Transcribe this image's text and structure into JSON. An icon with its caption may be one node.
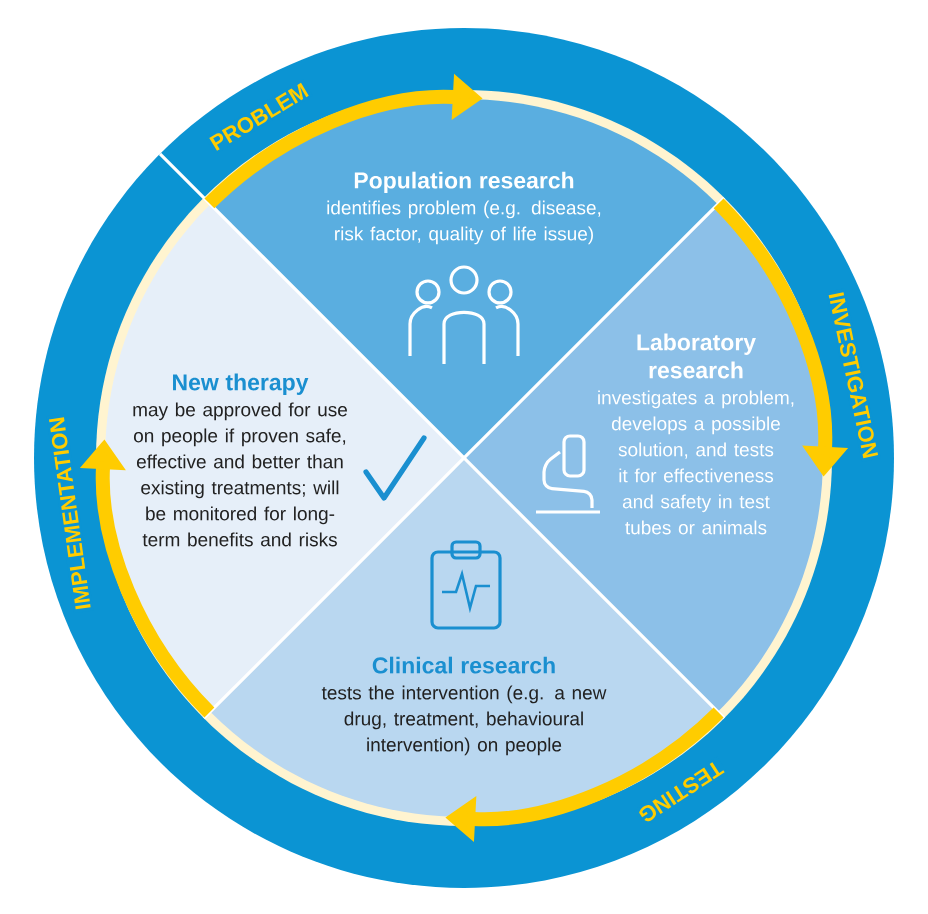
{
  "diagram": {
    "nodes": [
      {
        "text": [
          "Population research",
          "identifies problem (e.g. disease, risk factor, quality of life issue)"
        ]
      },
      {
        "text": [
          "Laboratory research",
          "investigates a problem, develops a possible solution, and tests it for effectiveness and safety in test tubes or animals"
        ]
      },
      {
        "text": [
          "Clinical research",
          "tests the intervention (e.g. a new drug, treatment, behavioural intervention) on people"
        ]
      },
      {
        "text": [
          "New therapy",
          "may be approved for use on people if proven safe, effective and better than existing treatments; will be monitored for long-term benefits and risks"
        ]
      }
    ],
    "edges": [
      {
        "from": 3,
        "to": 0,
        "arrow": "to",
        "label": "PROBLEM"
      },
      {
        "from": 0,
        "to": 1,
        "arrow": "to",
        "label": "INVESTIGATION"
      },
      {
        "from": 1,
        "to": 2,
        "arrow": "to",
        "label": "TESTING"
      },
      {
        "from": 2,
        "to": 3,
        "arrow": "to",
        "label": "IMPLEMENTATION"
      }
    ]
  }
}
